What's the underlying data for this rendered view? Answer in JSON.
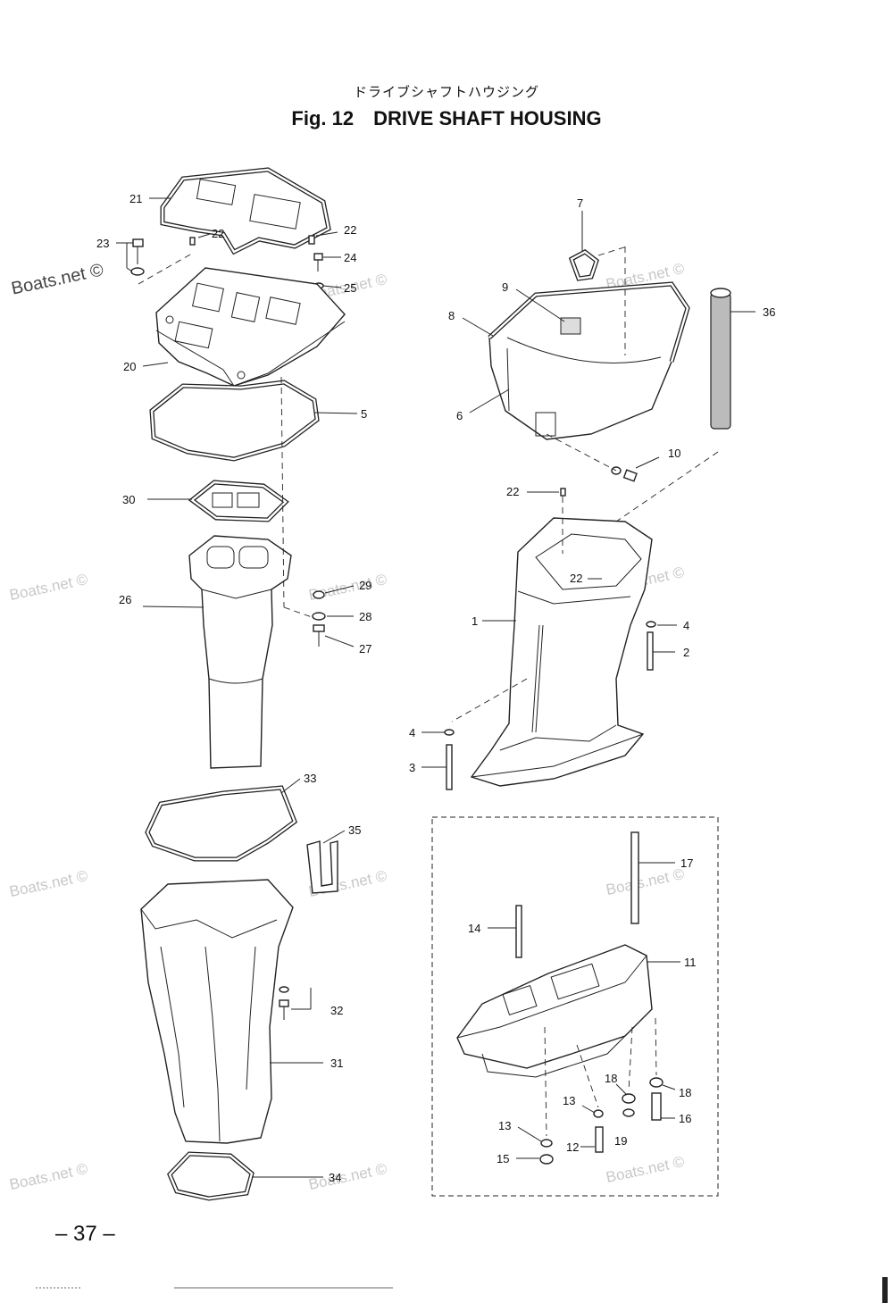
{
  "header": {
    "japanese_title": "ドライブシャフトハウジング",
    "figure_number": "Fig. 12",
    "figure_title": "DRIVE SHAFT HOUSING"
  },
  "watermark_text": "Boats.net ©",
  "page_number": "– 37 –",
  "callouts": [
    {
      "id": "c21a",
      "label": "21"
    },
    {
      "id": "c23",
      "label": "23"
    },
    {
      "id": "c22a",
      "label": "22"
    },
    {
      "id": "c22b",
      "label": "22"
    },
    {
      "id": "c24",
      "label": "24"
    },
    {
      "id": "c25",
      "label": "25"
    },
    {
      "id": "c20",
      "label": "20"
    },
    {
      "id": "c5",
      "label": "5"
    },
    {
      "id": "c30",
      "label": "30"
    },
    {
      "id": "c26",
      "label": "26"
    },
    {
      "id": "c29",
      "label": "29"
    },
    {
      "id": "c28",
      "label": "28"
    },
    {
      "id": "c27",
      "label": "27"
    },
    {
      "id": "c7",
      "label": "7"
    },
    {
      "id": "c9",
      "label": "9"
    },
    {
      "id": "c8",
      "label": "8"
    },
    {
      "id": "c36",
      "label": "36"
    },
    {
      "id": "c6",
      "label": "6"
    },
    {
      "id": "c10",
      "label": "10"
    },
    {
      "id": "c22c",
      "label": "22"
    },
    {
      "id": "c22d",
      "label": "22"
    },
    {
      "id": "c1",
      "label": "1"
    },
    {
      "id": "c4a",
      "label": "4"
    },
    {
      "id": "c2",
      "label": "2"
    },
    {
      "id": "c4b",
      "label": "4"
    },
    {
      "id": "c3",
      "label": "3"
    },
    {
      "id": "c33",
      "label": "33"
    },
    {
      "id": "c35",
      "label": "35"
    },
    {
      "id": "c17",
      "label": "17"
    },
    {
      "id": "c14",
      "label": "14"
    },
    {
      "id": "c11",
      "label": "11"
    },
    {
      "id": "c32",
      "label": "32"
    },
    {
      "id": "c31",
      "label": "31"
    },
    {
      "id": "c18a",
      "label": "18"
    },
    {
      "id": "c18b",
      "label": "18"
    },
    {
      "id": "c13a",
      "label": "13"
    },
    {
      "id": "c16",
      "label": "16"
    },
    {
      "id": "c13b",
      "label": "13"
    },
    {
      "id": "c12",
      "label": "12"
    },
    {
      "id": "c19",
      "label": "19"
    },
    {
      "id": "c15",
      "label": "15"
    },
    {
      "id": "c34",
      "label": "34"
    }
  ]
}
